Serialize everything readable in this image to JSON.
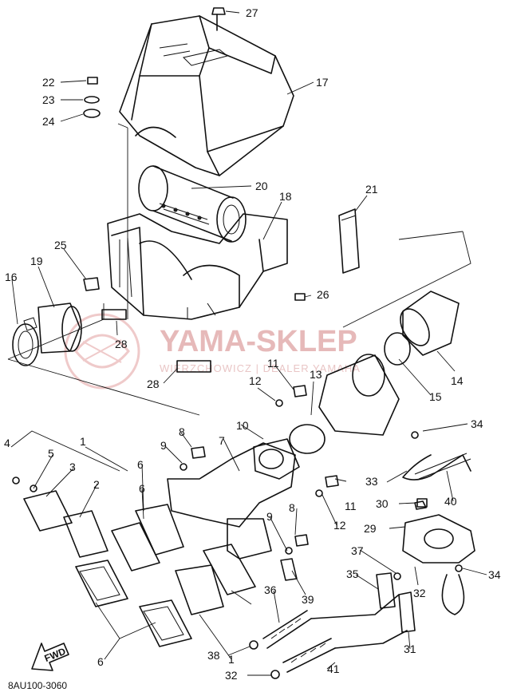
{
  "diagram": {
    "code": "8AU100-3060",
    "fwd_label": "FWD",
    "watermark": {
      "title": "YAMA-SKLEP",
      "subtitle": "WIERZCHOWICZ | DEALER YAMAHA"
    },
    "callouts": [
      {
        "id": "c27",
        "text": "27"
      },
      {
        "id": "c22",
        "text": "22"
      },
      {
        "id": "c17",
        "text": "17"
      },
      {
        "id": "c23",
        "text": "23"
      },
      {
        "id": "c24",
        "text": "24"
      },
      {
        "id": "c20",
        "text": "20"
      },
      {
        "id": "c21",
        "text": "21"
      },
      {
        "id": "c18",
        "text": "18"
      },
      {
        "id": "c25",
        "text": "25"
      },
      {
        "id": "c19",
        "text": "19"
      },
      {
        "id": "c16",
        "text": "16"
      },
      {
        "id": "c26",
        "text": "26"
      },
      {
        "id": "c28a",
        "text": "28"
      },
      {
        "id": "c14",
        "text": "14"
      },
      {
        "id": "c11a",
        "text": "11"
      },
      {
        "id": "c12a",
        "text": "12"
      },
      {
        "id": "c13",
        "text": "13"
      },
      {
        "id": "c28b",
        "text": "28"
      },
      {
        "id": "c15",
        "text": "15"
      },
      {
        "id": "c34a",
        "text": "34"
      },
      {
        "id": "c4",
        "text": "4"
      },
      {
        "id": "c1a",
        "text": "1"
      },
      {
        "id": "c8a",
        "text": "8"
      },
      {
        "id": "c10",
        "text": "10"
      },
      {
        "id": "c9a",
        "text": "9"
      },
      {
        "id": "c7",
        "text": "7"
      },
      {
        "id": "c5",
        "text": "5"
      },
      {
        "id": "c3",
        "text": "3"
      },
      {
        "id": "c6a",
        "text": "6"
      },
      {
        "id": "c2",
        "text": "2"
      },
      {
        "id": "c33",
        "text": "33"
      },
      {
        "id": "c40",
        "text": "40"
      },
      {
        "id": "c11b",
        "text": "11"
      },
      {
        "id": "c30",
        "text": "30"
      },
      {
        "id": "c8b",
        "text": "8"
      },
      {
        "id": "c12b",
        "text": "12"
      },
      {
        "id": "c29",
        "text": "29"
      },
      {
        "id": "c9b",
        "text": "9"
      },
      {
        "id": "c37",
        "text": "37"
      },
      {
        "id": "c34b",
        "text": "34"
      },
      {
        "id": "c35",
        "text": "35"
      },
      {
        "id": "c36",
        "text": "36"
      },
      {
        "id": "c39",
        "text": "39"
      },
      {
        "id": "c32a",
        "text": "32"
      },
      {
        "id": "c6b",
        "text": "6"
      },
      {
        "id": "c6c",
        "text": "6"
      },
      {
        "id": "c1b",
        "text": "1"
      },
      {
        "id": "c31",
        "text": "31"
      },
      {
        "id": "c38",
        "text": "38"
      },
      {
        "id": "c41",
        "text": "41"
      },
      {
        "id": "c32b",
        "text": "32"
      }
    ]
  }
}
